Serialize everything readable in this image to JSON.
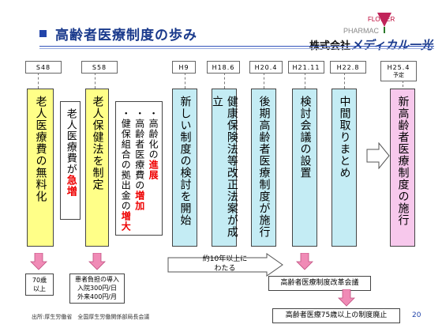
{
  "header": {
    "title": "高齢者医療制度の歩み",
    "logo_top": "FLOWER",
    "logo_bottom": "PHARMAC",
    "company_prefix": "株式会社",
    "company_brand": "メディカル一光"
  },
  "eras": [
    "S48",
    "S58",
    "H9",
    "H18.6",
    "H20.4",
    "H21.11",
    "H22.8",
    "H25.4",
    "予定"
  ],
  "columns": {
    "c1": "老人医療費の無料化",
    "c2a": "老人医療費が",
    "c2b": "急増",
    "c3": "老人保健法を制定",
    "c4a1": "・高齢化の",
    "c4a2": "進展",
    "c4b1": "・高齢者医療費の",
    "c4b2": "増加",
    "c4c1": "・健保組合の拠出金の",
    "c4c2": "増大",
    "c5": "新しい制度の検討を開始",
    "c6": "健康保険法等改正法案が成立",
    "c7": "後期高齢者医療制度が施行",
    "c8": "検討会議の設置",
    "c9": "中間取りまとめ",
    "c10": "新高齢者医療制度の施行"
  },
  "notes": {
    "age1": "70歳",
    "age2": "以上",
    "copay1": "患者負担の導入",
    "copay2": "入院300円/日",
    "copay3": "外来400円/月",
    "decade1": "約10年以上に",
    "decade2": "わたる",
    "council": "高齢者医療制度改革会議",
    "abolish": "高齢者医療75歳以上の制度廃止"
  },
  "footer": {
    "source": "出所:厚生労働省　全国厚生労働関係部局長会議",
    "page": "20"
  },
  "colors": {
    "yellow": "#ffff88",
    "blue": "#c4ecf4",
    "pink": "#f7c8ec",
    "arrow_pink": "#f08bb6",
    "red": "#e00000",
    "title_blue": "#1a3a8c"
  }
}
